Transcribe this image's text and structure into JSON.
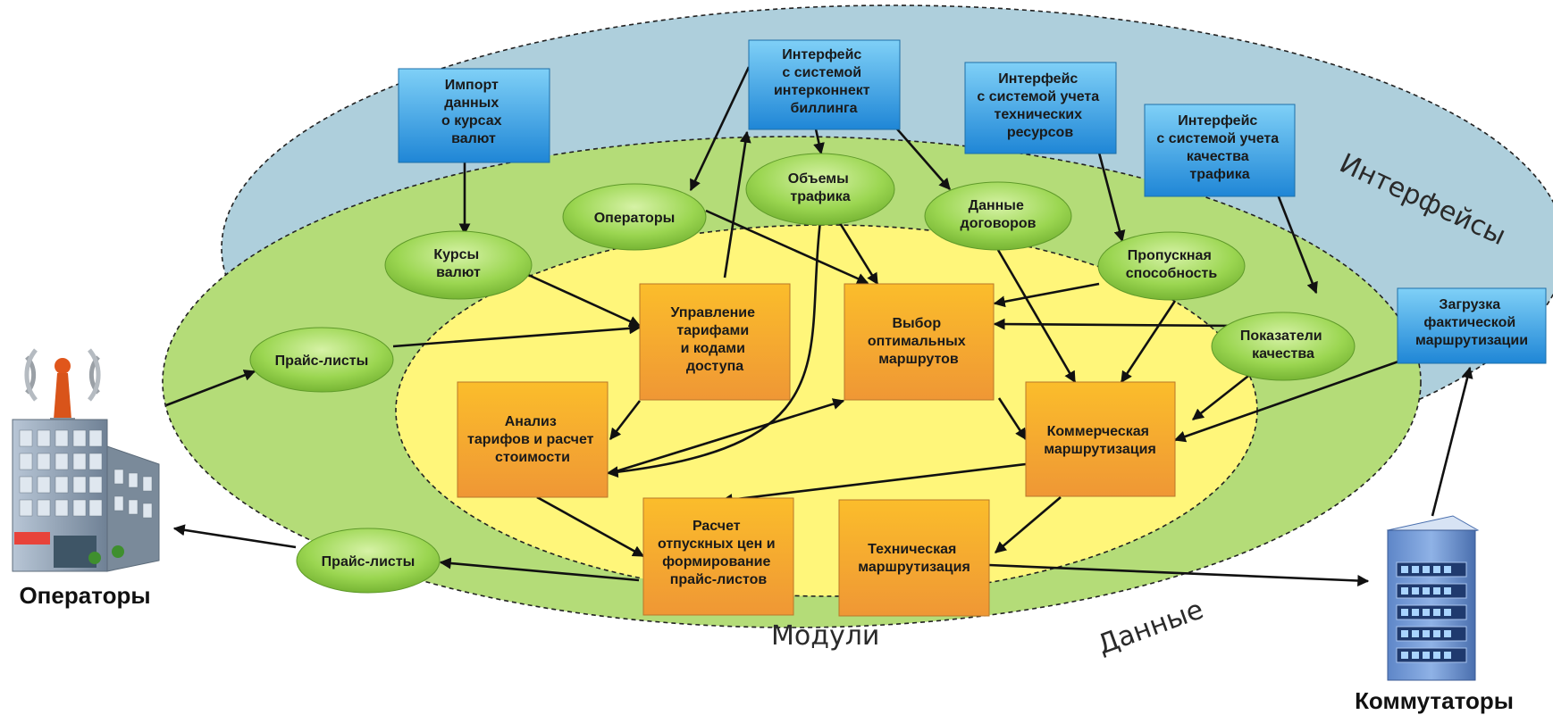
{
  "zones": {
    "interfaces": "Интерфейсы",
    "data": "Данные",
    "modules": "Модули"
  },
  "interface_boxes": {
    "import_rates": [
      "Импорт",
      "данных",
      "о курсах",
      "валют"
    ],
    "interconnect": [
      "Интерфейс",
      "с системой",
      "интерконнект",
      "биллинга"
    ],
    "tech_resources": [
      "Интерфейс",
      "с системой учета",
      "технических",
      "ресурсов"
    ],
    "traffic_quality": [
      "Интерфейс",
      "с системой учета",
      "качества",
      "трафика"
    ],
    "actual_routing": [
      "Загрузка",
      "фактической",
      "маршрутизации"
    ]
  },
  "data_ellipses": {
    "operators": [
      "Операторы"
    ],
    "traffic": [
      "Объемы",
      "трафика"
    ],
    "contracts": [
      "Данные",
      "договоров"
    ],
    "rates": [
      "Курсы",
      "валют"
    ],
    "capacity": [
      "Пропускная",
      "способность"
    ],
    "pricelist_in": [
      "Прайс-листы"
    ],
    "quality": [
      "Показатели",
      "качества"
    ],
    "pricelist_out": [
      "Прайс-листы"
    ]
  },
  "modules": {
    "tariffs": [
      "Управление",
      "тарифами",
      "и кодами",
      "доступа"
    ],
    "optimal": [
      "Выбор",
      "оптимальных",
      "маршрутов"
    ],
    "analysis": [
      "Анализ",
      "тарифов и расчет",
      "стоимости"
    ],
    "commercial": [
      "Коммерческая",
      "маршрутизация"
    ],
    "pricing": [
      "Расчет",
      "отпускных цен и",
      "формирование",
      "прайс-листов"
    ],
    "technical": [
      "Техническая",
      "маршрутизация"
    ]
  },
  "external": {
    "operators": "Операторы",
    "switches": "Коммутаторы"
  },
  "colors": {
    "interfaces_zone": "#aecfdc",
    "data_zone": "#b4dc78",
    "modules_zone": "#fff67a",
    "box_blue": "#2e9be0",
    "ellipse_green": "#8fcf45",
    "module_orange": "#f5a623"
  }
}
